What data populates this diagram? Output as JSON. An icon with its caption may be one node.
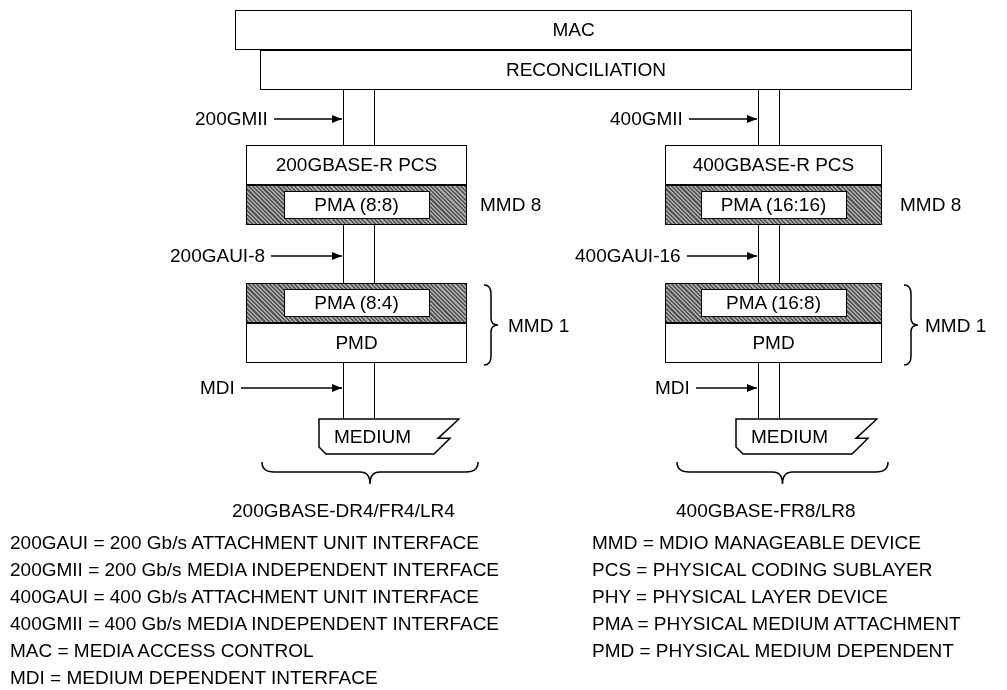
{
  "diagram": {
    "nodes": [
      {
        "text": [
          "MAC"
        ]
      },
      {
        "text": [
          "RECONCILIATION"
        ]
      },
      {
        "text": [
          "200GBASE-R PCS"
        ]
      },
      {
        "text": [
          "PMA (8:8)"
        ]
      },
      {
        "text": [
          "PMA (8:4)"
        ]
      },
      {
        "text": [
          "PMD"
        ]
      },
      {
        "text": [
          "MEDIUM"
        ]
      },
      {
        "text": [
          "400GBASE-R PCS"
        ]
      },
      {
        "text": [
          "PMA (16:16)"
        ]
      },
      {
        "text": [
          "PMA (16:8)"
        ]
      },
      {
        "text": [
          "PMD"
        ]
      },
      {
        "text": [
          "MEDIUM"
        ]
      },
      {
        "text": [
          "200GMII"
        ]
      },
      {
        "text": [
          "200GAUI-8"
        ]
      },
      {
        "text": [
          "MDI"
        ]
      },
      {
        "text": [
          "400GMII"
        ]
      },
      {
        "text": [
          "400GAUI-16"
        ]
      },
      {
        "text": [
          "MDI"
        ]
      },
      {
        "text": [],
        "shape": "bar"
      },
      {
        "text": [],
        "shape": "bar"
      },
      {
        "text": [],
        "shape": "bar"
      },
      {
        "text": [],
        "shape": "bar"
      },
      {
        "text": [],
        "shape": "bar"
      },
      {
        "text": [],
        "shape": "bar"
      }
    ],
    "edges": [
      {
        "from": 12,
        "to": 18,
        "arrow": "to"
      },
      {
        "from": 13,
        "to": 19,
        "arrow": "to"
      },
      {
        "from": 14,
        "to": 20,
        "arrow": "to"
      },
      {
        "from": 15,
        "to": 21,
        "arrow": "to"
      },
      {
        "from": 16,
        "to": 22,
        "arrow": "to"
      },
      {
        "from": 17,
        "to": 23,
        "arrow": "to"
      }
    ],
    "labels": [
      "MMD 8",
      "MMD 8",
      "MMD 1",
      "MMD 1",
      "200GBASE-DR4/FR4/LR4",
      "400GBASE-FR8/LR8",
      "200GAUI = 200 Gb/s ATTACHMENT UNIT INTERFACE",
      "200GMII = 200 Gb/s MEDIA INDEPENDENT INTERFACE",
      "400GAUI = 400 Gb/s ATTACHMENT UNIT INTERFACE",
      "400GMII = 400 Gb/s MEDIA INDEPENDENT INTERFACE",
      "MAC = MEDIA ACCESS CONTROL",
      "MDI = MEDIUM DEPENDENT INTERFACE",
      "MMD = MDIO MANAGEABLE DEVICE",
      "PCS = PHYSICAL CODING SUBLAYER",
      "PHY = PHYSICAL LAYER DEVICE",
      "PMA = PHYSICAL MEDIUM ATTACHMENT",
      "PMD = PHYSICAL MEDIUM DEPENDENT"
    ]
  }
}
